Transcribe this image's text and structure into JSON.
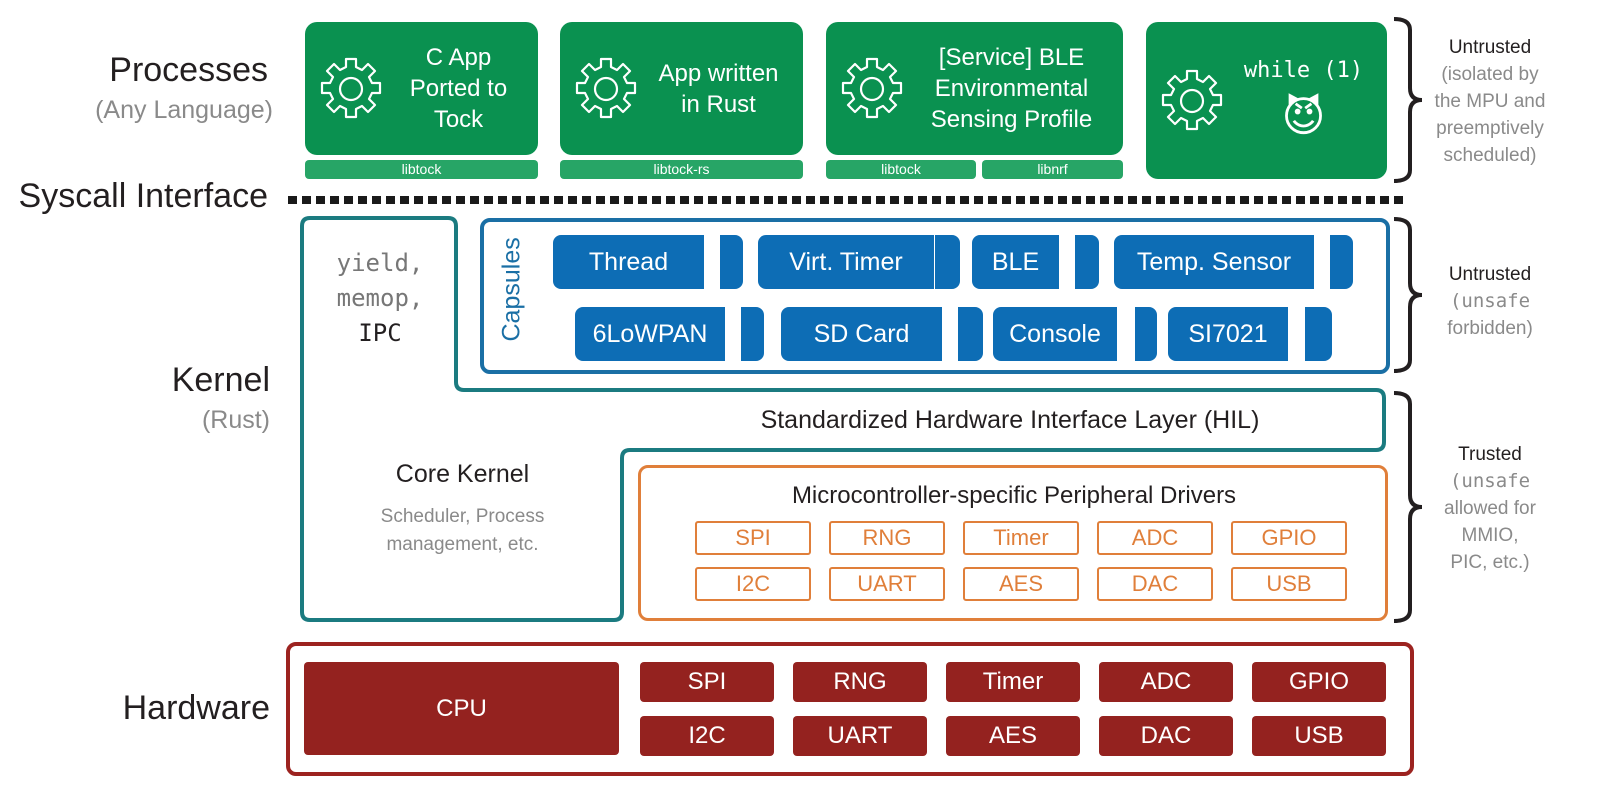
{
  "layers": {
    "processes": {
      "title": "Processes",
      "subtitle": "(Any Language)"
    },
    "syscall": {
      "title": "Syscall Interface"
    },
    "kernel": {
      "title": "Kernel",
      "subtitle": "(Rust)"
    },
    "hardware": {
      "title": "Hardware"
    }
  },
  "processes": [
    {
      "lines": [
        "C App",
        "Ported to",
        "Tock"
      ],
      "libs": [
        "libtock"
      ],
      "icon": "gear-icon"
    },
    {
      "lines": [
        "App written",
        "in Rust"
      ],
      "libs": [
        "libtock-rs"
      ],
      "icon": "gear-icon"
    },
    {
      "lines": [
        "[Service] BLE",
        "Environmental",
        "Sensing Profile"
      ],
      "libs": [
        "libtock",
        "libnrf"
      ],
      "icon": "gear-icon"
    },
    {
      "code": "while (1)",
      "emoji": "😈",
      "icon": "gear-icon"
    }
  ],
  "trust": {
    "processes": {
      "heading": "Untrusted",
      "lines": [
        "(isolated by",
        "the MPU and",
        "preemptively",
        "scheduled)"
      ]
    },
    "capsules": {
      "heading": "Untrusted",
      "code": "(unsafe",
      "lines": [
        "forbidden)"
      ]
    },
    "core": {
      "heading": "Trusted",
      "code": "(unsafe",
      "lines": [
        "allowed for",
        "MMIO,",
        "PIC, etc.)"
      ]
    }
  },
  "kernel": {
    "syscalls": [
      "yield,",
      "memop,",
      "IPC"
    ],
    "capsules_label": "Capsules",
    "capsules_row1": [
      "Thread",
      "Virt. Timer",
      "BLE",
      "Temp. Sensor"
    ],
    "capsules_row2": [
      "6LoWPAN",
      "SD Card",
      "Console",
      "SI7021"
    ],
    "hil_label": "Standardized Hardware Interface Layer (HIL)",
    "core_title": "Core Kernel",
    "core_desc": [
      "Scheduler, Process",
      "management, etc."
    ],
    "drivers_title": "Microcontroller-specific Peripheral Drivers",
    "drivers_row1": [
      "SPI",
      "RNG",
      "Timer",
      "ADC",
      "GPIO"
    ],
    "drivers_row2": [
      "I2C",
      "UART",
      "AES",
      "DAC",
      "USB"
    ]
  },
  "hardware": {
    "cpu": "CPU",
    "row1": [
      "SPI",
      "RNG",
      "Timer",
      "ADC",
      "GPIO"
    ],
    "row2": [
      "I2C",
      "UART",
      "AES",
      "DAC",
      "USB"
    ]
  },
  "colors": {
    "process_green": "#0a9150",
    "lib_green": "#27a566",
    "capsule_blue": "#0d6db5",
    "kernel_teal": "#1b7b80",
    "driver_orange": "#e07f3a",
    "hardware_red": "#94221f"
  }
}
